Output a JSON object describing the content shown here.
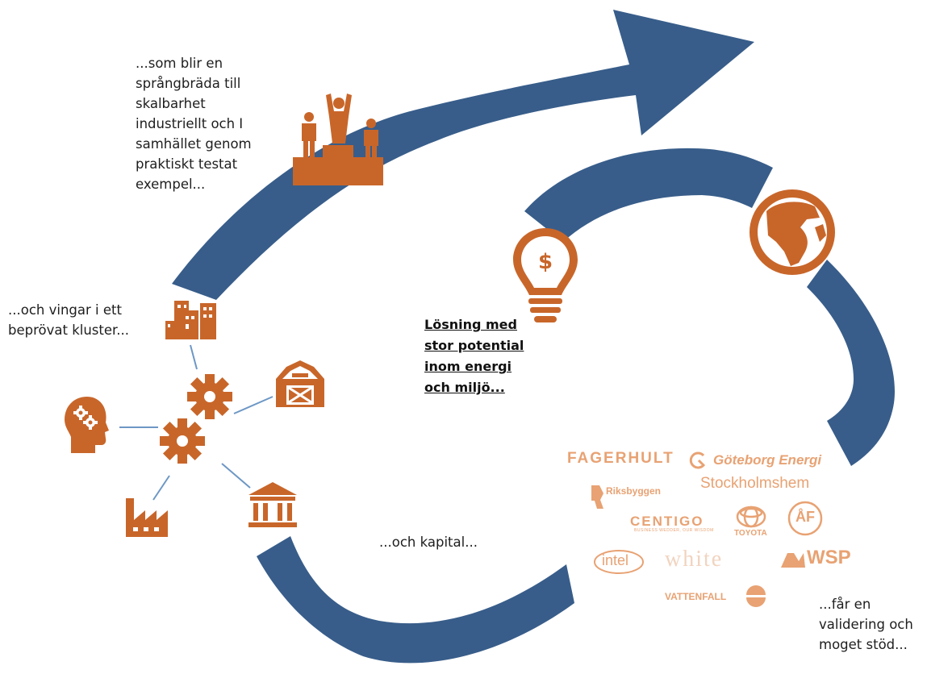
{
  "colors": {
    "arrow_blue": "#385d8a",
    "icon_orange": "#c8662a",
    "link_blue": "#6d97c5",
    "logo_peach": "#e8a273"
  },
  "texts": {
    "springboard": "...som blir en\nsprångbräda till\nskalbarhet\nindustriellt och I\nsamhället genom\npraktiskt testat\nexempel...",
    "wings": "...och vingar i ett\nbeprövat kluster...",
    "solution": "Lösning med\nstor potential\ninom energi\noch miljö...",
    "capital": "...och kapital...",
    "validation": "...får en\nvalidering och\nmoget stöd..."
  },
  "icons": {
    "podium": "podium-people-icon",
    "globe": "globe-icon",
    "bulb": "lightbulb-dollar-icon",
    "buildings": "city-buildings-icon",
    "barn": "barn-icon",
    "head": "head-gears-icon",
    "gears": "gears-icon",
    "factory": "factory-icon",
    "bank": "bank-icon"
  },
  "logos": {
    "fagerhult": "FAGERHULT",
    "goteborg": "Göteborg Energi",
    "stockholmshem": "Stockholmshem",
    "riksbyggen": "Riksbyggen",
    "centigo": "CENTIGO",
    "centigo_sub": "BUSINESS WEDDER, OUR WISDOM",
    "toyota": "TOYOTA",
    "af": "ÅF",
    "intel": "intel",
    "white": "white",
    "wsp": "WSP",
    "vattenfall": "VATTENFALL"
  }
}
